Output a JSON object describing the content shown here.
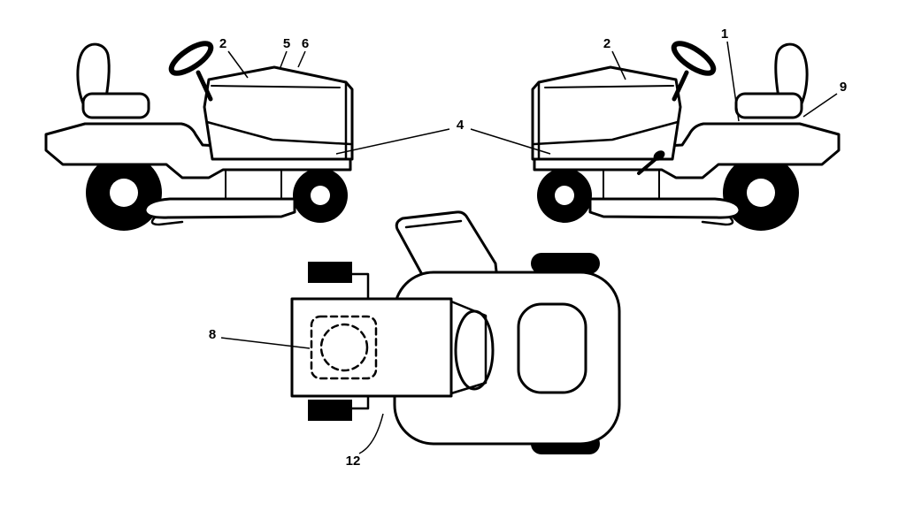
{
  "colors": {
    "background": "#ffffff",
    "line": "#000000"
  },
  "callouts": {
    "left_2": "2",
    "left_5": "5",
    "left_6": "6",
    "center_4": "4",
    "right_2": "2",
    "right_1": "1",
    "right_9": "9",
    "top_8": "8",
    "top_12": "12"
  }
}
